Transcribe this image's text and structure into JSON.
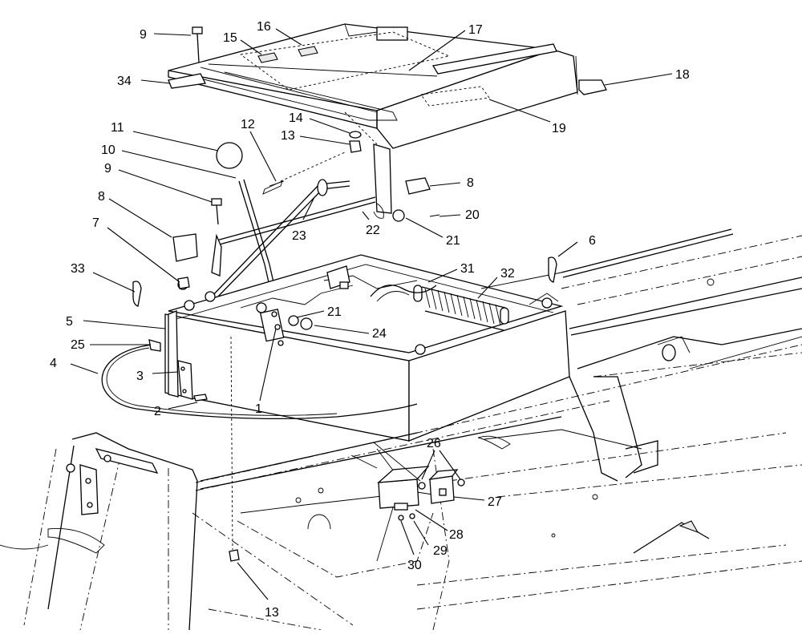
{
  "diagram": {
    "callouts": [
      "1",
      "2",
      "3",
      "4",
      "5",
      "6",
      "7",
      "8",
      "9",
      "10",
      "11",
      "12",
      "13",
      "14",
      "15",
      "16",
      "17",
      "18",
      "19",
      "20",
      "21",
      "22",
      "23",
      "24",
      "25",
      "26",
      "27",
      "28",
      "29",
      "30",
      "31",
      "32",
      "33",
      "34"
    ]
  }
}
